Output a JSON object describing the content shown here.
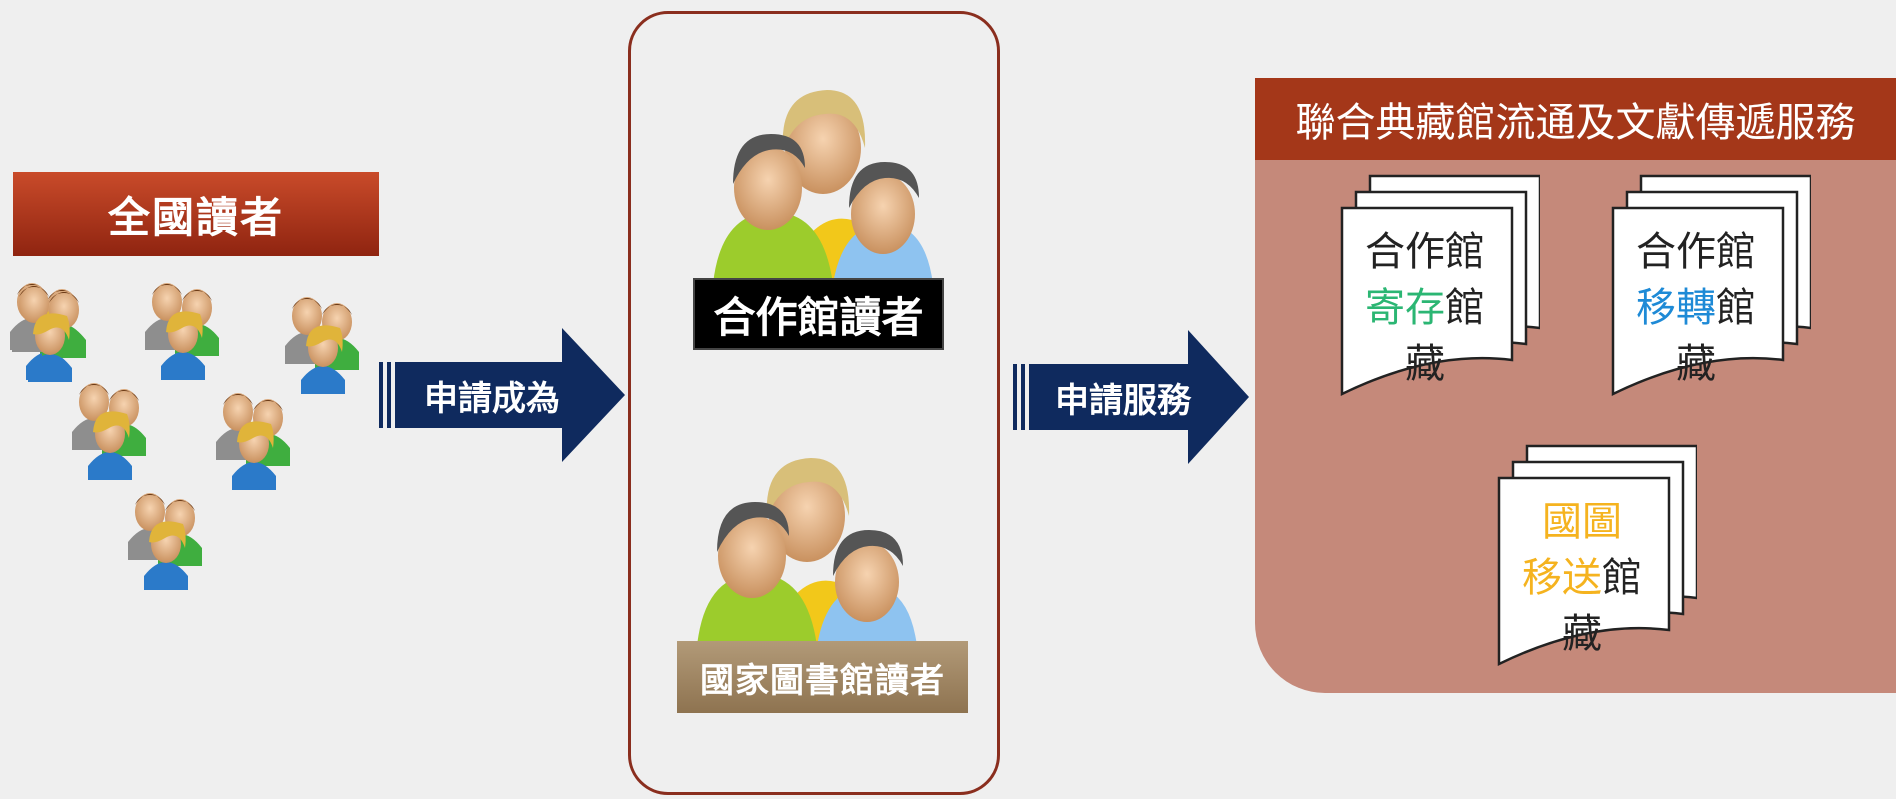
{
  "national_readers": {
    "label": "全國讀者"
  },
  "arrow_apply_become": {
    "label": "申請成為"
  },
  "arrow_apply_service": {
    "label": "申請服務"
  },
  "coop_readers": {
    "label": "合作館讀者"
  },
  "ncl_readers": {
    "label": "國家圖書館讀者"
  },
  "service": {
    "title": "聯合典藏館流通及文獻傳遞服務",
    "docs": [
      {
        "line1": "合作館",
        "line2_colored": "寄存",
        "line2_rest": "館",
        "line3": "藏"
      },
      {
        "line1": "合作館",
        "line2_colored": "移轉",
        "line2_rest": "館",
        "line3": "藏"
      },
      {
        "line1": "國圖",
        "line2_colored": "移送",
        "line2_rest": "館",
        "line3": "藏"
      }
    ]
  },
  "colors": {
    "national_banner": "#b23a1d",
    "arrow": "#0f2a5e",
    "panel_border": "#8a2e1e",
    "service_panel": "#c5897a",
    "service_title": "#a43719",
    "deposit_text": "#2bb673",
    "transfer_text": "#1e8ad6",
    "ncl_text": "#f5b31f"
  },
  "icons": [
    "people-crowd-icon",
    "people-group-icon",
    "document-stack-icon",
    "arrow-right-icon"
  ]
}
